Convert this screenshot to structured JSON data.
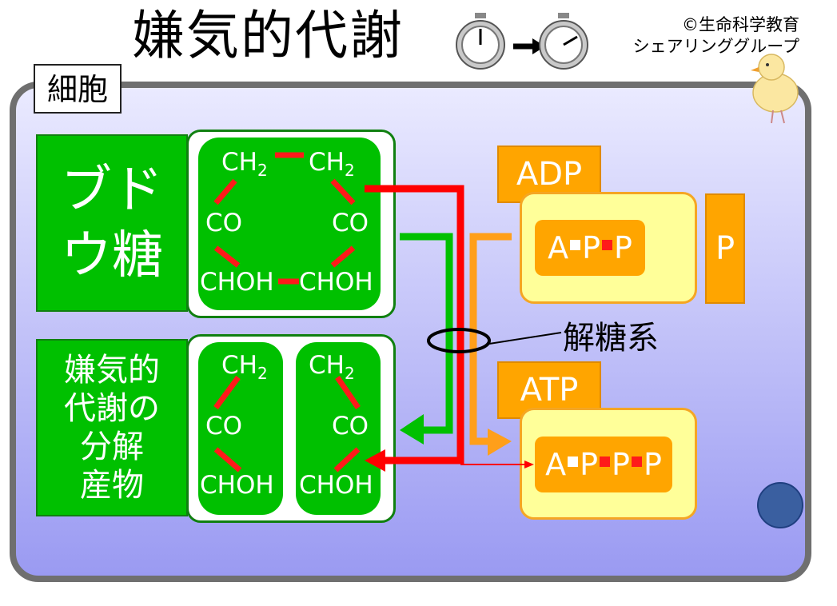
{
  "title": "嫌気的代謝",
  "credit": {
    "line1": "©生命科学教育",
    "line2": "シェアリンググループ"
  },
  "cell_label": "細胞",
  "glucose": {
    "label": "ブドウ糖",
    "atoms": {
      "ch2_left": "CH2",
      "ch2_right": "CH2",
      "co_left": "CO",
      "co_right": "CO",
      "choh_left": "CHOH",
      "choh_right": "CHOH"
    }
  },
  "product": {
    "label_line1": "嫌気的",
    "label_line2": "代謝の",
    "label_line3": "分解",
    "label_line4": "産物",
    "atoms": {
      "a_ch2": "CH2",
      "a_co": "CO",
      "a_choh": "CHOH",
      "b_ch2": "CH2",
      "b_co": "CO",
      "b_choh": "CHOH"
    }
  },
  "adp": {
    "label": "ADP",
    "chain": [
      "A",
      "P",
      "P"
    ]
  },
  "phosphate": "P",
  "atp": {
    "label": "ATP",
    "chain": [
      "A",
      "P",
      "P",
      "P"
    ]
  },
  "glycolysis": "解糖系",
  "colors": {
    "bond": "#ff1a1a",
    "green_arrow": "#00c000",
    "orange_arrow": "#ff9f1a",
    "red_arrow": "#ff0000",
    "cell_border": "#6f6f6f"
  }
}
